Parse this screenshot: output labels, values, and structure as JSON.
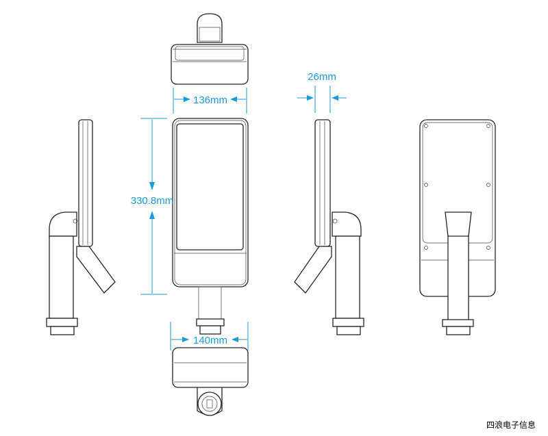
{
  "dimensions": {
    "width_top": "136mm",
    "height": "330.8mm",
    "width_base": "140mm",
    "depth": "26mm"
  },
  "brand_text": "四浪电子信息",
  "colors": {
    "dimension": "#1a9ad6",
    "line": "#222222"
  }
}
